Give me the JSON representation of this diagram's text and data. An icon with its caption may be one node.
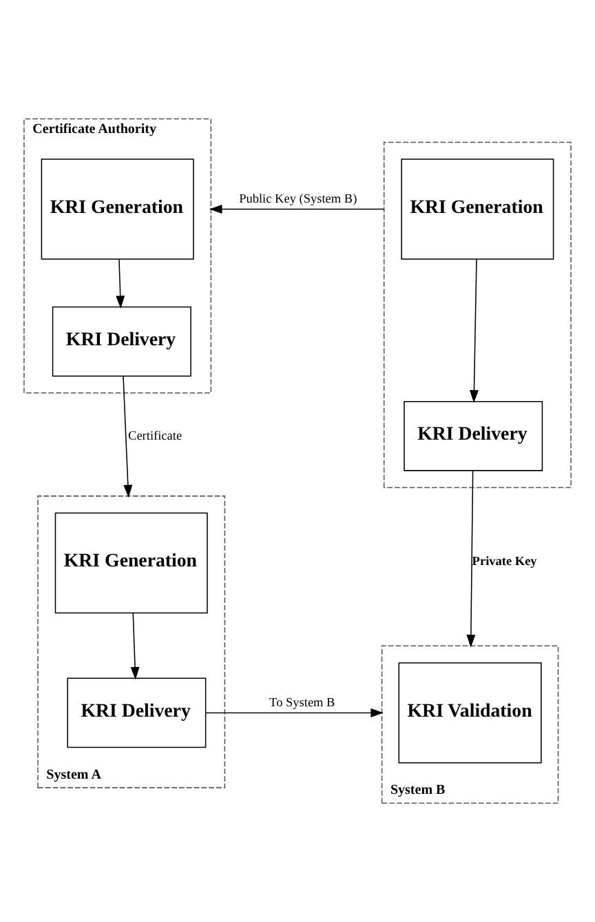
{
  "diagram": {
    "nodes": [
      {
        "text": [
          "Certificate Authority"
        ]
      },
      {
        "text": [
          "KRI Generation"
        ],
        "in": 0
      },
      {
        "text": [
          "KRI Delivery"
        ],
        "in": 0
      },
      {
        "text": [],
        "shape": "box"
      },
      {
        "text": [
          "KRI Generation"
        ],
        "in": 3
      },
      {
        "text": [
          "KRI Delivery"
        ],
        "in": 3
      },
      {
        "text": [
          "System A"
        ]
      },
      {
        "text": [
          "KRI Generation"
        ],
        "in": 6
      },
      {
        "text": [
          "KRI Delivery"
        ],
        "in": 6
      },
      {
        "text": [
          "System B"
        ]
      },
      {
        "text": [
          "KRI Validation"
        ],
        "in": 9
      }
    ],
    "edges": [
      {
        "from": 3,
        "to": 0,
        "arrow": "to",
        "label": "Public Key (System B)"
      },
      {
        "from": 1,
        "to": 2,
        "arrow": "to"
      },
      {
        "from": 4,
        "to": 5,
        "arrow": "to"
      },
      {
        "from": 2,
        "to": 6,
        "arrow": "to",
        "label": "Certificate"
      },
      {
        "from": 5,
        "to": 9,
        "arrow": "to",
        "label": "Private Key"
      },
      {
        "from": 7,
        "to": 8,
        "arrow": "to"
      },
      {
        "from": 8,
        "to": 9,
        "arrow": "to",
        "label": "To System B"
      }
    ]
  }
}
